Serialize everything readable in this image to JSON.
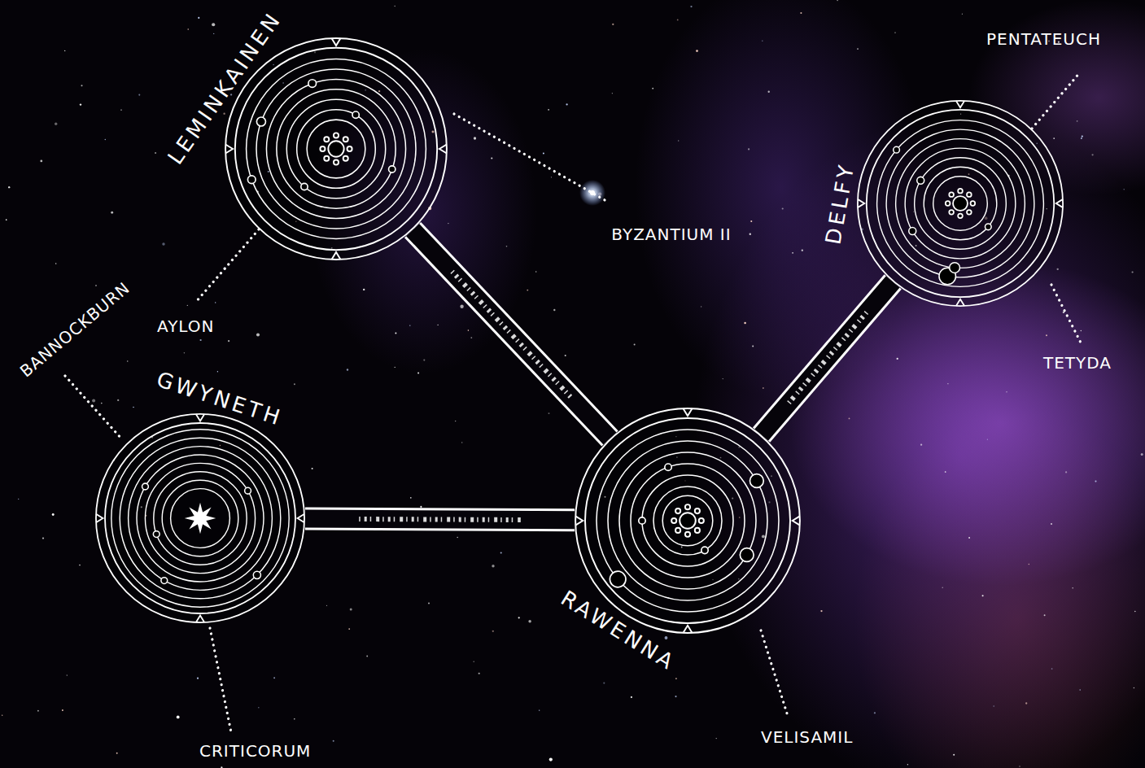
{
  "diagram": {
    "nodes": [
      {
        "text": [
          "LEMINKAINEN"
        ]
      },
      {
        "text": [
          "DELFY"
        ]
      },
      {
        "text": [
          "GWYNETH"
        ]
      },
      {
        "text": [
          "RAWENNA"
        ]
      }
    ],
    "edges": [
      {
        "from": 0,
        "to": 3,
        "arrow": "none"
      },
      {
        "from": 2,
        "to": 3,
        "arrow": "none"
      },
      {
        "from": 1,
        "to": 3,
        "arrow": "none"
      }
    ],
    "labels": [
      "PENTATEUCH",
      "BYZANTIUM II",
      "BANNOCKBURN",
      "AYLON",
      "TETYDA",
      "VELISAMIL",
      "CRITICORUM"
    ]
  }
}
